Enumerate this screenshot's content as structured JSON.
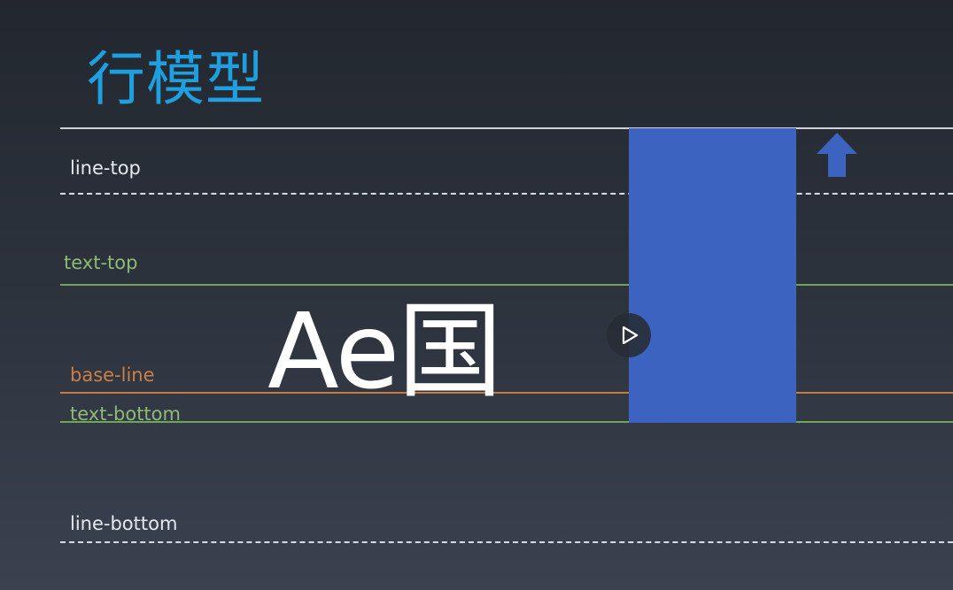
{
  "slide": {
    "title": "行模型",
    "sample_text": "Ae国"
  },
  "labels": {
    "line_top": "line-top",
    "text_top": "text-top",
    "base_line": "base-line",
    "text_bottom": "text-bottom",
    "line_bottom": "line-bottom"
  },
  "colors": {
    "title": "#1e9fe0",
    "inline_box": "#3d63c0",
    "text_line": "#6ea75a",
    "base_line": "#c77b3c",
    "line_boundary": "#d8dce2"
  },
  "icons": {
    "play": "play-icon",
    "arrow": "arrow-up-icon"
  }
}
